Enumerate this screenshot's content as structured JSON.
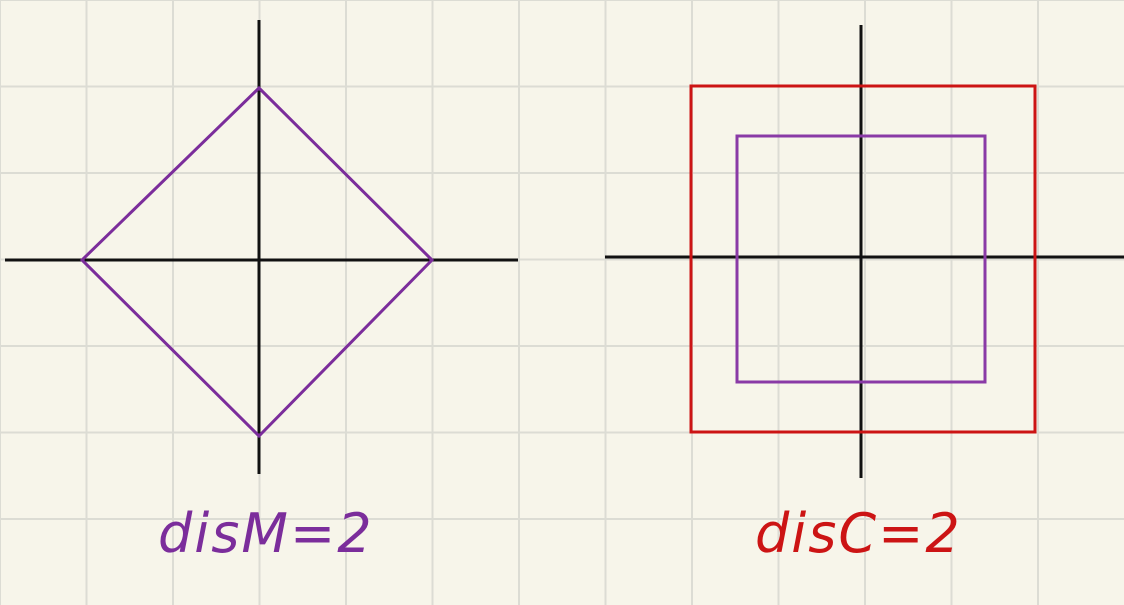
{
  "background_color": "#f7f5ea",
  "grid_color": "#dcdcd4",
  "axis_color": "#111111",
  "left_figure": {
    "shape": "diamond",
    "shape_color": "#7b2d9b",
    "caption": "disM=2",
    "caption_color": "#7b2d9b"
  },
  "right_figure": {
    "outer_shape": "square",
    "outer_color": "#cc1414",
    "inner_shape": "square",
    "inner_color": "#8a3aa6",
    "caption": "disC=2",
    "caption_color": "#cc1414"
  }
}
